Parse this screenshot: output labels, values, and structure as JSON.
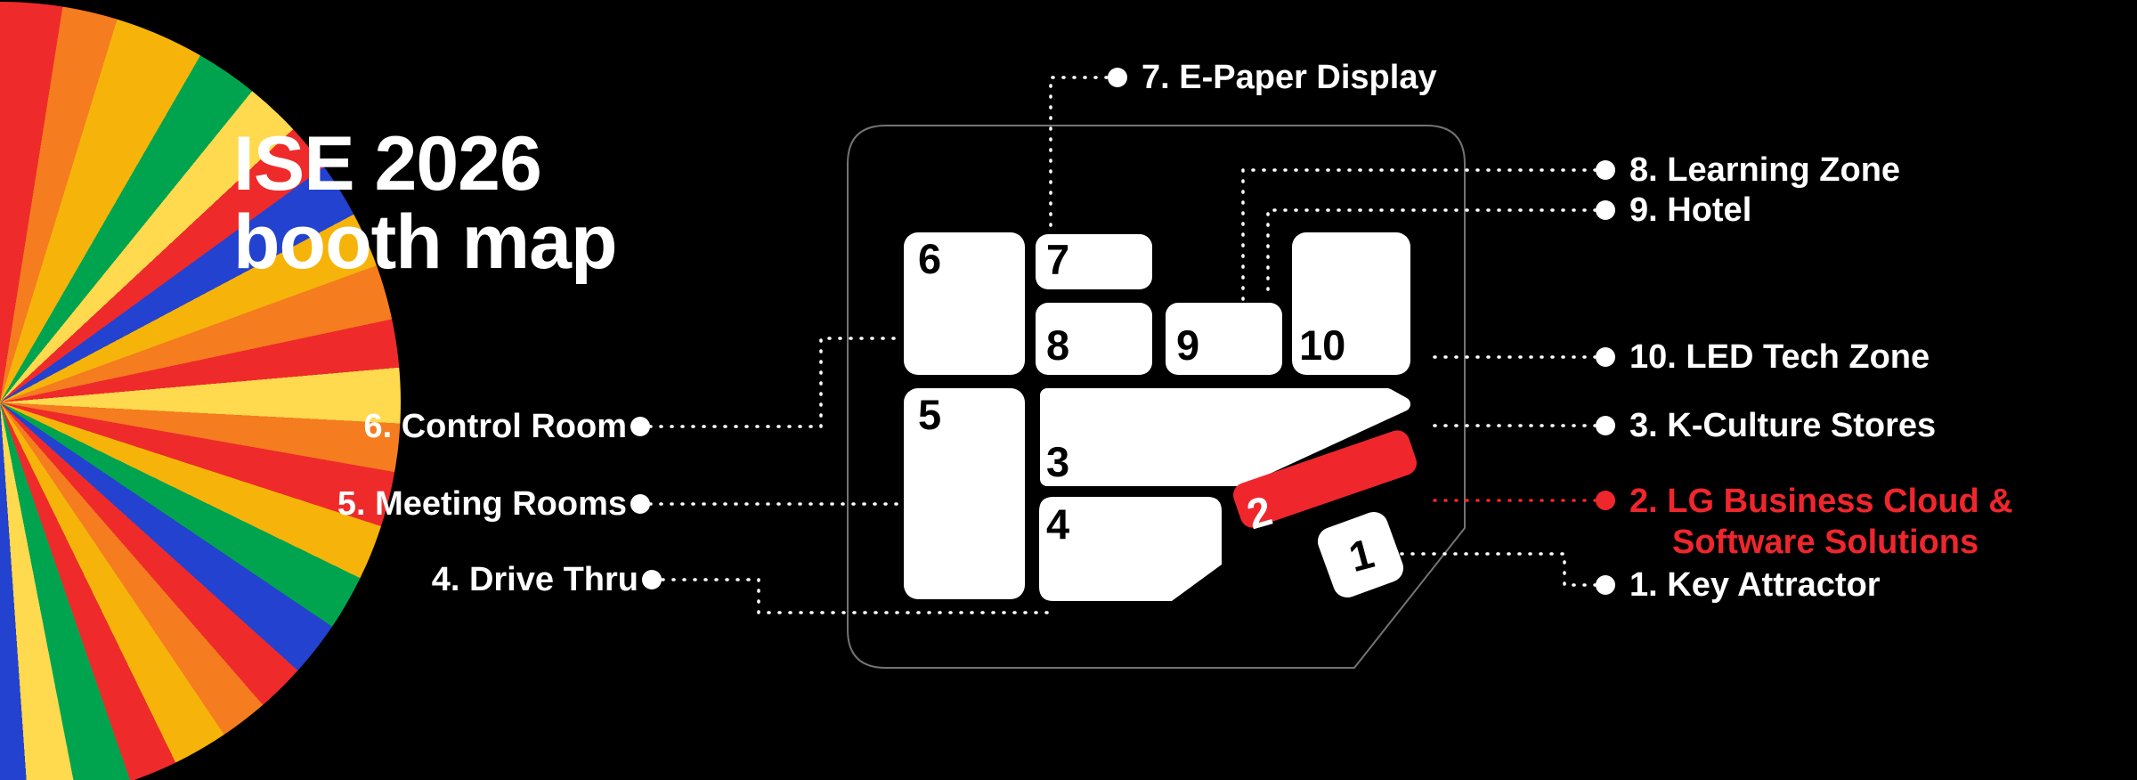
{
  "title": {
    "line1": "ISE 2026",
    "line2": "booth map"
  },
  "colors": {
    "background": "#000000",
    "booth_fill": "#ffffff",
    "highlight_red": "#f0262d",
    "outline_gray": "#8f8f8f",
    "text_white": "#ffffff"
  },
  "booths": {
    "b1": "1",
    "b2": "2",
    "b3": "3",
    "b4": "4",
    "b5": "5",
    "b6": "6",
    "b7": "7",
    "b8": "8",
    "b9": "9",
    "b10": "10"
  },
  "labels": {
    "l1": "1. Key Attractor",
    "l2a": "2. LG Business Cloud &",
    "l2b": "Software Solutions",
    "l3": "3. K-Culture Stores",
    "l4": "4. Drive Thru",
    "l5": "5. Meeting Rooms",
    "l6": "6. Control Room",
    "l7": "7. E-Paper Display",
    "l8": "8. Learning Zone",
    "l9": "9. Hotel",
    "l10": "10. LED Tech Zone"
  },
  "fan": {
    "segments": [
      {
        "c": "#ee2b2a",
        "d": 9
      },
      {
        "c": "#f57c1f",
        "d": 8
      },
      {
        "c": "#f6b40a",
        "d": 13
      },
      {
        "c": "#00a44f",
        "d": 9
      },
      {
        "c": "#ffd94e",
        "d": 8
      },
      {
        "c": "#ee2b2a",
        "d": 7
      },
      {
        "c": "#2342cf",
        "d": 8
      },
      {
        "c": "#f6b40a",
        "d": 8
      },
      {
        "c": "#f57c1f",
        "d": 8
      },
      {
        "c": "#ee2b2a",
        "d": 7
      },
      {
        "c": "#ffd94e",
        "d": 8
      },
      {
        "c": "#f57c1f",
        "d": 7
      },
      {
        "c": "#ee2b2a",
        "d": 8
      },
      {
        "c": "#f6b40a",
        "d": 8
      },
      {
        "c": "#00a44f",
        "d": 8
      },
      {
        "c": "#2342cf",
        "d": 8
      },
      {
        "c": "#ee2b2a",
        "d": 7
      },
      {
        "c": "#f57c1f",
        "d": 7
      },
      {
        "c": "#f6b40a",
        "d": 8
      },
      {
        "c": "#ee2b2a",
        "d": 7
      },
      {
        "c": "#00a44f",
        "d": 8
      },
      {
        "c": "#ffd94e",
        "d": 7
      },
      {
        "c": "#2342cf",
        "d": 4
      }
    ]
  }
}
